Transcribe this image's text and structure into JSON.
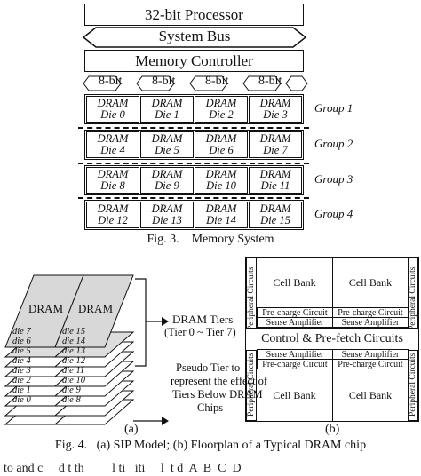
{
  "fig3": {
    "processor": "32-bit Processor",
    "bus": "System Bus",
    "controller": "Memory Controller",
    "channels": [
      "8-bit",
      "8-bit",
      "8-bit",
      "8-bit"
    ],
    "groups": [
      {
        "label": "Group 1",
        "dies": [
          [
            "DRAM",
            "Die 0"
          ],
          [
            "DRAM",
            "Die 1"
          ],
          [
            "DRAM",
            "Die 2"
          ],
          [
            "DRAM",
            "Die 3"
          ]
        ]
      },
      {
        "label": "Group 2",
        "dies": [
          [
            "DRAM",
            "Die 4"
          ],
          [
            "DRAM",
            "Die 5"
          ],
          [
            "DRAM",
            "Die 6"
          ],
          [
            "DRAM",
            "Die 7"
          ]
        ]
      },
      {
        "label": "Group 3",
        "dies": [
          [
            "DRAM",
            "Die 8"
          ],
          [
            "DRAM",
            "Die 9"
          ],
          [
            "DRAM",
            "Die 10"
          ],
          [
            "DRAM",
            "Die 11"
          ]
        ]
      },
      {
        "label": "Group 4",
        "dies": [
          [
            "DRAM",
            "Die 12"
          ],
          [
            "DRAM",
            "Die 13"
          ],
          [
            "DRAM",
            "Die 14"
          ],
          [
            "DRAM",
            "Die 15"
          ]
        ]
      }
    ],
    "caption": "Fig. 3.    Memory System"
  },
  "fig4a": {
    "stack_label": "DRAM",
    "left_dies": [
      "die 7",
      "die 6",
      "die 5",
      "die 4",
      "die 3",
      "die 2",
      "die 1",
      "die 0"
    ],
    "right_dies": [
      "die 15",
      "die 14",
      "die 13",
      "die 12",
      "die 11",
      "die 10",
      "die 9",
      "die 8"
    ],
    "tiers_label": "DRAM Tiers",
    "tiers_range": "(Tier 0 ~ Tier 7)",
    "pseudo_lines": [
      "Pseudo Tier to",
      "represent the effect of",
      "Tiers Below DRAM",
      "Chips"
    ],
    "sub": "(a)"
  },
  "fig4b": {
    "cell_bank": "Cell Bank",
    "precharge": "Pre-charge Circuit",
    "sense_amp": "Sense Amplifier",
    "control": "Control & Pre-fetch Circuits",
    "peripheral": "Peripheral Circuits",
    "sub": "(b)"
  },
  "fig4_caption": "Fig. 4.   (a) SIP Model; (b) Floorplan of a Typical DRAM chip",
  "bottom_text": "to and c     d t th         l ti   iti     l  t d  A  B  C  D"
}
